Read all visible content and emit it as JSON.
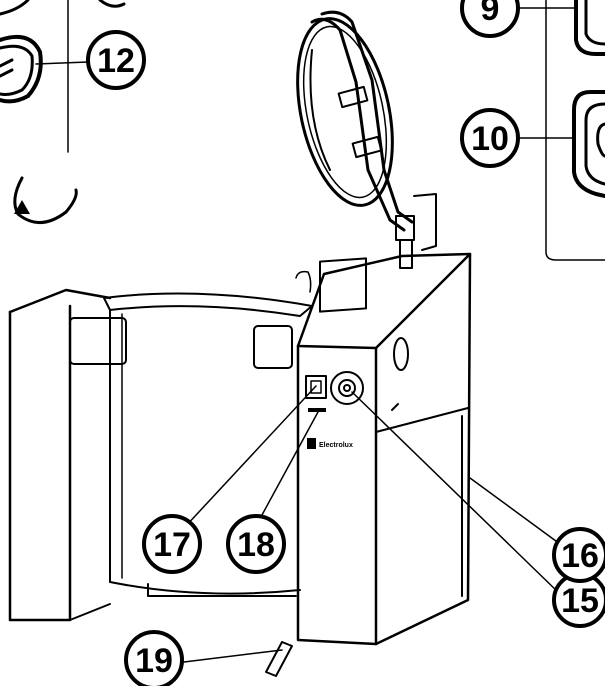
{
  "brand": "Electrolux",
  "callouts": [
    {
      "id": "c9",
      "label": "9"
    },
    {
      "id": "c10",
      "label": "10"
    },
    {
      "id": "c12",
      "label": "12"
    },
    {
      "id": "c15",
      "label": "15"
    },
    {
      "id": "c16",
      "label": "16"
    },
    {
      "id": "c17",
      "label": "17"
    },
    {
      "id": "c18",
      "label": "18"
    },
    {
      "id": "c19",
      "label": "19"
    }
  ]
}
